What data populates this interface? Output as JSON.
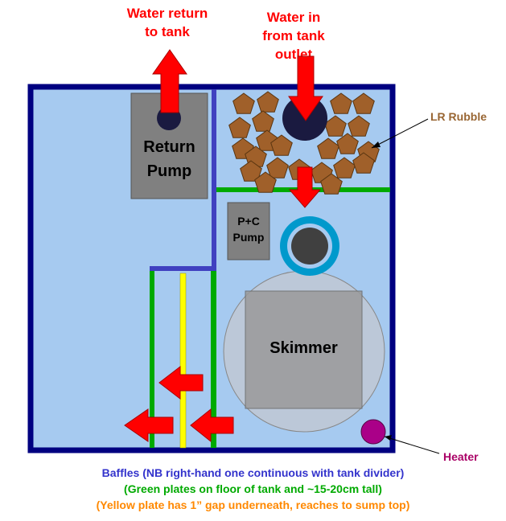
{
  "labels": {
    "water_return": "Water return\nto tank",
    "water_in": "Water in\nfrom tank\noutlet",
    "lr_rubble": "LR Rubble",
    "return_pump": "Return\nPump",
    "pc_pump": "P+C\nPump",
    "skimmer": "Skimmer",
    "heater": "Heater"
  },
  "captions": {
    "line1": "Baffles (NB right-hand one continuous with tank divider)",
    "line2": "(Green plates on floor of tank and ~15-20cm tall)",
    "line3": "(Yellow plate has 1” gap underneath, reaches to sump top)"
  },
  "colors": {
    "water": "#a6caf0",
    "tank_border": "#000080",
    "divider": "#4040c0",
    "green_plate": "#00aa00",
    "yellow_plate": "#ffff00",
    "arrow": "#ff0000",
    "rock": "#a0602a",
    "pump": "#808080",
    "heater": "#aa0088",
    "caption_blue": "#3333cc",
    "caption_green": "#00aa00",
    "caption_orange": "#ff8800",
    "lr_label": "#996633",
    "heater_label": "#aa0066"
  }
}
